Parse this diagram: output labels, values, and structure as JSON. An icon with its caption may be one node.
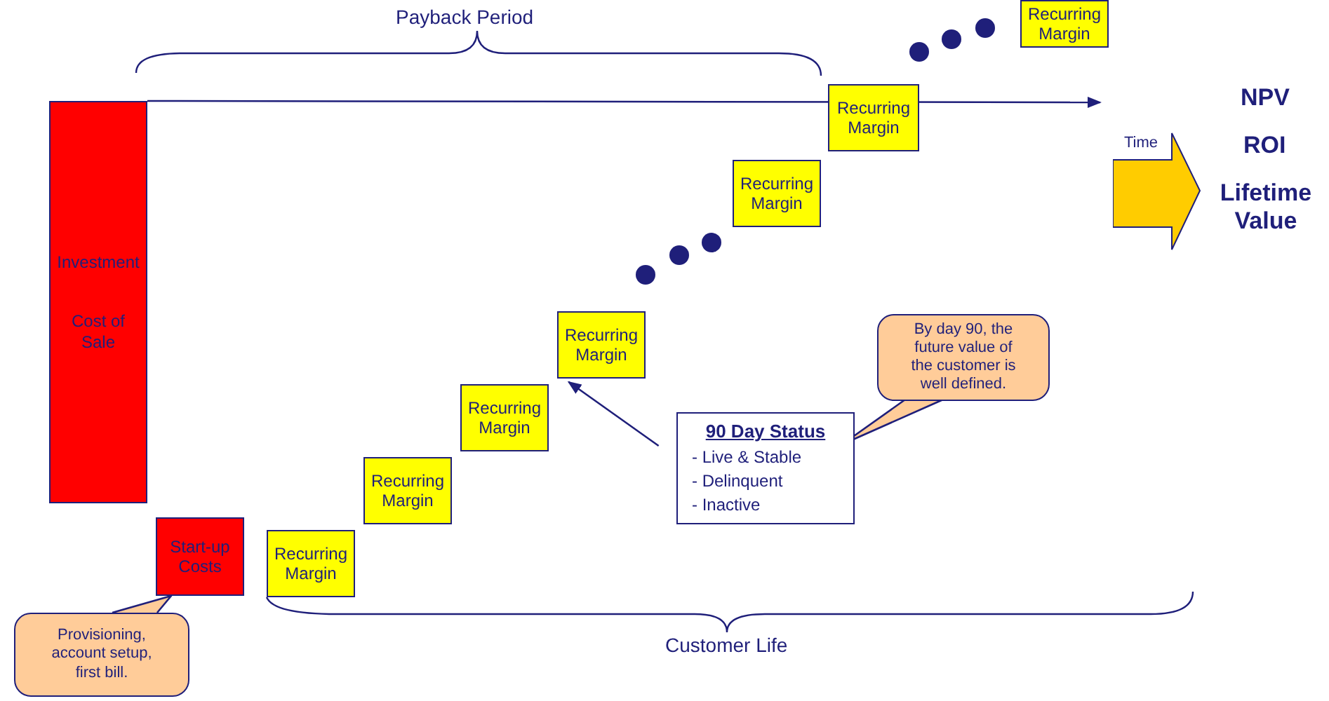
{
  "diagram": {
    "nodes": [
      {
        "text": [
          "Investment",
          "Cost of Sale"
        ]
      },
      {
        "text": [
          "Start-up Costs"
        ]
      },
      {
        "text": [
          "Provisioning, account setup, first bill."
        ]
      },
      {
        "text": [
          "Recurring Margin"
        ]
      },
      {
        "text": [
          "Recurring Margin"
        ]
      },
      {
        "text": [
          "Recurring Margin"
        ]
      },
      {
        "text": [
          "Recurring Margin"
        ]
      },
      {
        "text": [
          "Recurring Margin"
        ]
      },
      {
        "text": [
          "Recurring Margin"
        ]
      },
      {
        "text": [
          "Recurring Margin"
        ]
      },
      {
        "text": [
          "90 Day Status",
          "- Live & Stable",
          "- Delinquent",
          "- Inactive"
        ]
      },
      {
        "text": [
          "By day 90, the future value of the customer is well defined."
        ]
      },
      {
        "text": [
          "Time"
        ]
      }
    ],
    "edges": [
      {
        "from": 0,
        "to": null,
        "arrow": "to"
      },
      {
        "from": 10,
        "to": 6,
        "arrow": "to"
      }
    ],
    "labels": [
      "Payback Period",
      "NPV",
      "ROI",
      "Lifetime Value",
      "Customer Life"
    ]
  }
}
